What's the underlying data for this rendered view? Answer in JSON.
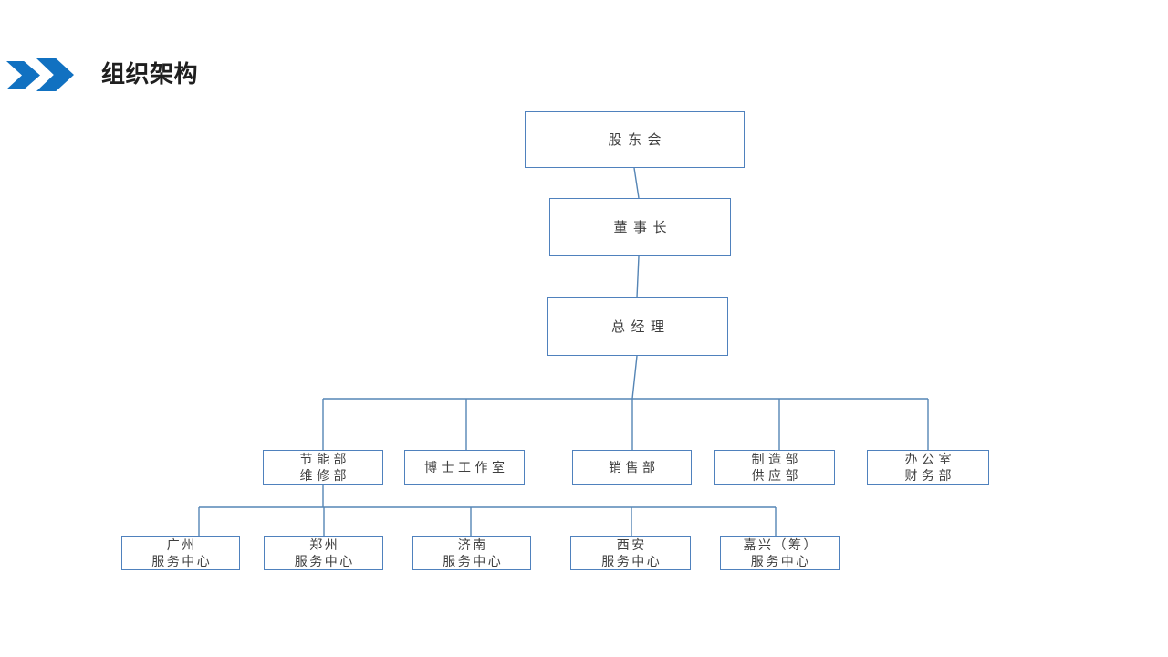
{
  "header": {
    "title": "组织架构"
  },
  "colors": {
    "accent": "#1171c1",
    "box_border": "#4f81bd",
    "connector": "#5585b5",
    "text": "#3f3f3f",
    "title_text": "#1f1f1f",
    "background": "#ffffff"
  },
  "org_chart": {
    "root": {
      "label": "股东会"
    },
    "level2": {
      "label": "董事长"
    },
    "level3": {
      "label": "总经理"
    },
    "departments": [
      {
        "lines": [
          "节能部",
          "维修部"
        ]
      },
      {
        "lines": [
          "博士工作室"
        ]
      },
      {
        "lines": [
          "销售部"
        ]
      },
      {
        "lines": [
          "制造部",
          "供应部"
        ]
      },
      {
        "lines": [
          "办公室",
          "财务部"
        ]
      }
    ],
    "service_centers_parent": "节能部/维修部",
    "service_centers": [
      {
        "lines": [
          "广州",
          "服务中心"
        ]
      },
      {
        "lines": [
          "郑州",
          "服务中心"
        ]
      },
      {
        "lines": [
          "济南",
          "服务中心"
        ]
      },
      {
        "lines": [
          "西安",
          "服务中心"
        ]
      },
      {
        "lines": [
          "嘉兴（筹）",
          "服务中心"
        ]
      }
    ]
  }
}
